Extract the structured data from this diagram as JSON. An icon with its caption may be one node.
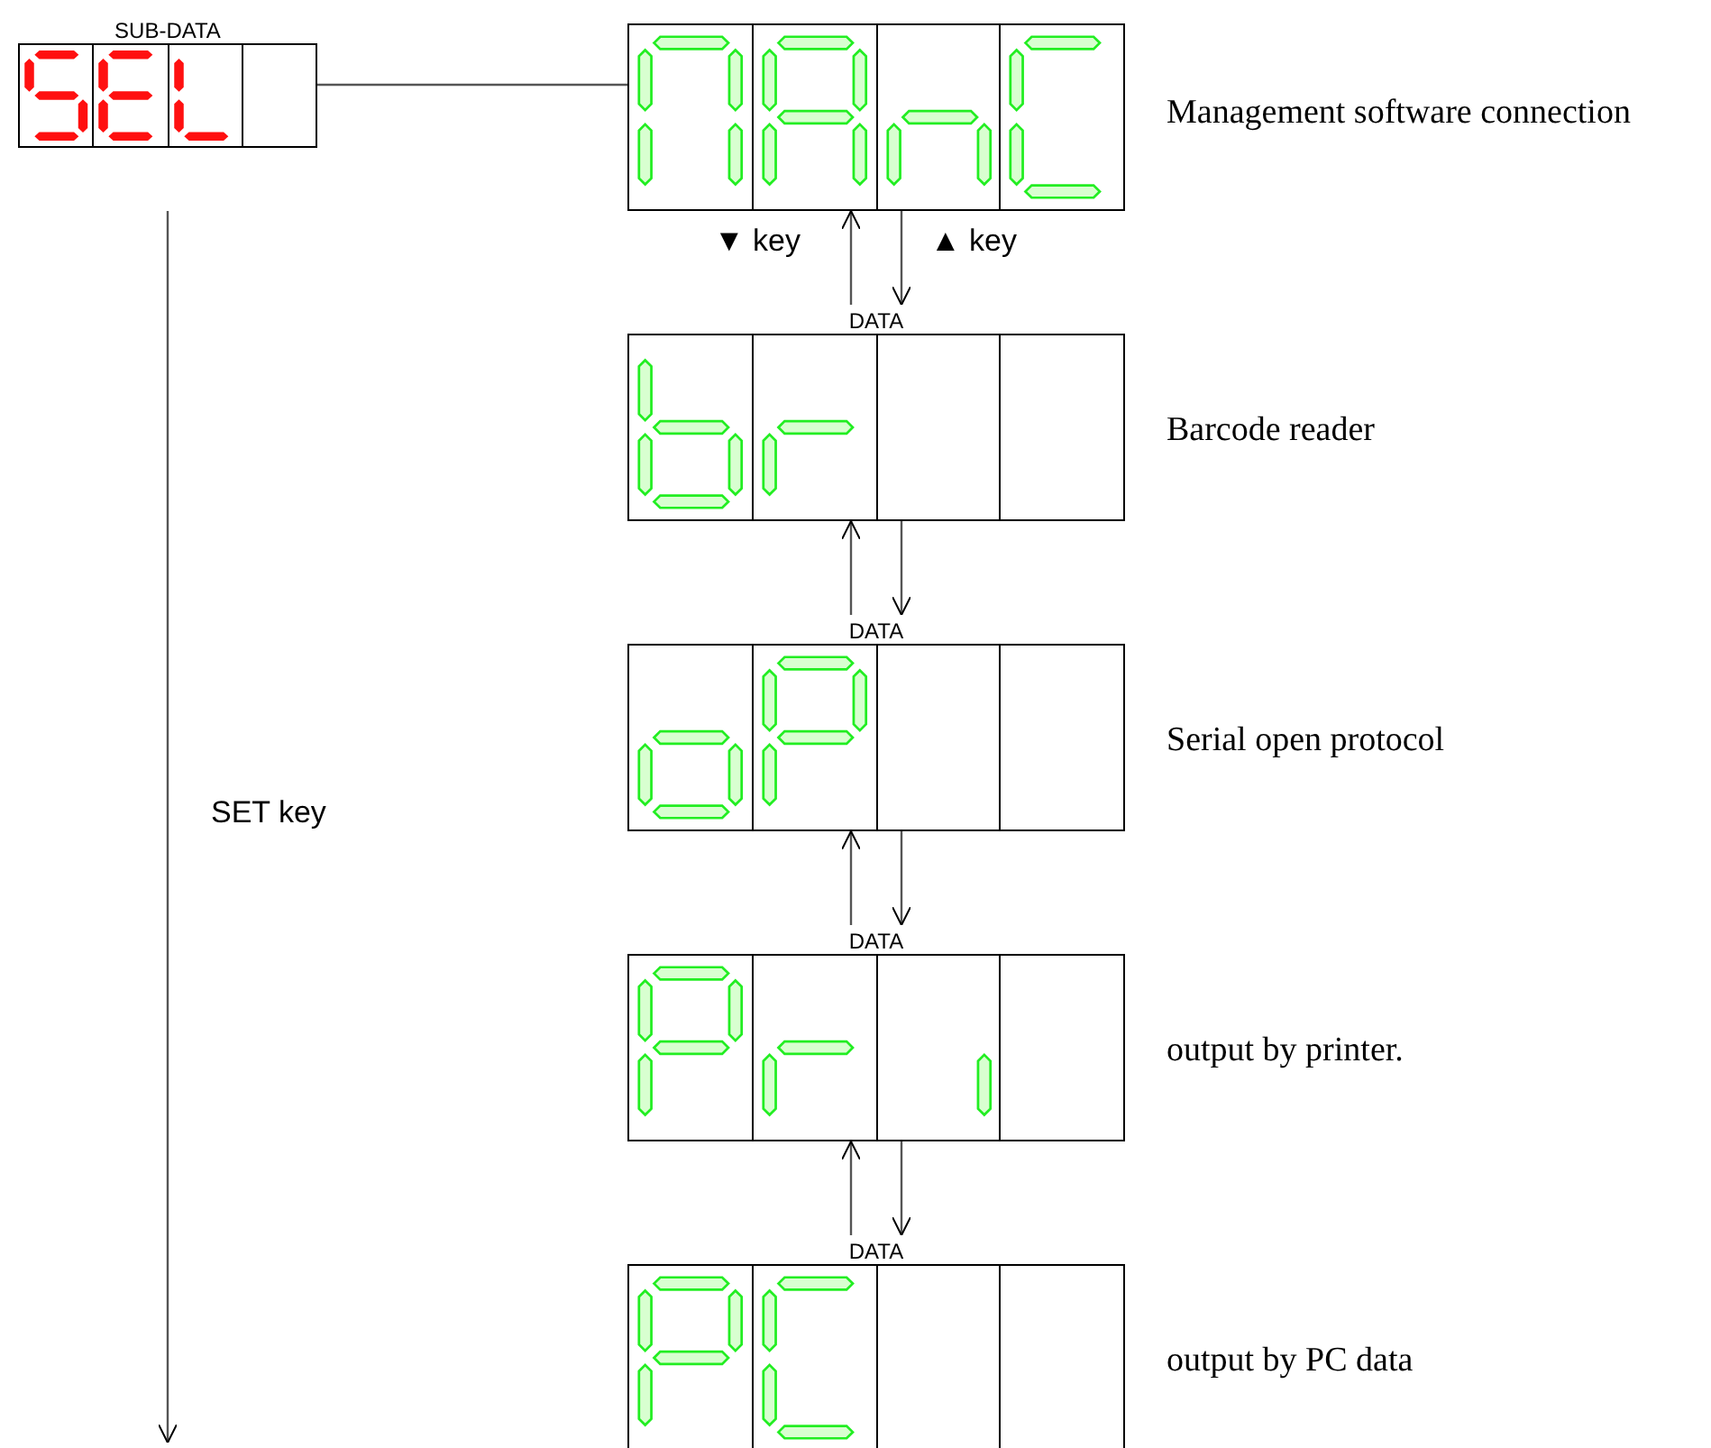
{
  "diagram": {
    "nodes": [
      {
        "text": [
          "SUB-DATA"
        ]
      },
      {
        "text": [],
        "shape": "box",
        "beside": [
          "Management software connection"
        ]
      },
      {
        "text": [
          "DATA"
        ],
        "beside": [
          "Barcode reader"
        ]
      },
      {
        "text": [
          "DATA"
        ],
        "beside": [
          "Serial open protocol"
        ]
      },
      {
        "text": [
          "DATA"
        ],
        "beside": [
          "output by printer."
        ]
      },
      {
        "text": [
          "DATA"
        ],
        "beside": [
          "output by PC data"
        ]
      }
    ],
    "edges": [
      {
        "from": 0,
        "to": 1,
        "arrow": "none"
      },
      {
        "from": 2,
        "to": 1,
        "arrow": "to",
        "label": "▼ key"
      },
      {
        "from": 1,
        "to": 2,
        "arrow": "to",
        "label": "▲ key"
      },
      {
        "from": 3,
        "to": 2,
        "arrow": "to"
      },
      {
        "from": 2,
        "to": 3,
        "arrow": "to"
      },
      {
        "from": 4,
        "to": 3,
        "arrow": "to"
      },
      {
        "from": 3,
        "to": 4,
        "arrow": "to"
      },
      {
        "from": 5,
        "to": 4,
        "arrow": "to"
      },
      {
        "from": 4,
        "to": 5,
        "arrow": "to"
      },
      {
        "from": 0,
        "to": null,
        "arrow": "to",
        "label": "SET key"
      }
    ]
  }
}
